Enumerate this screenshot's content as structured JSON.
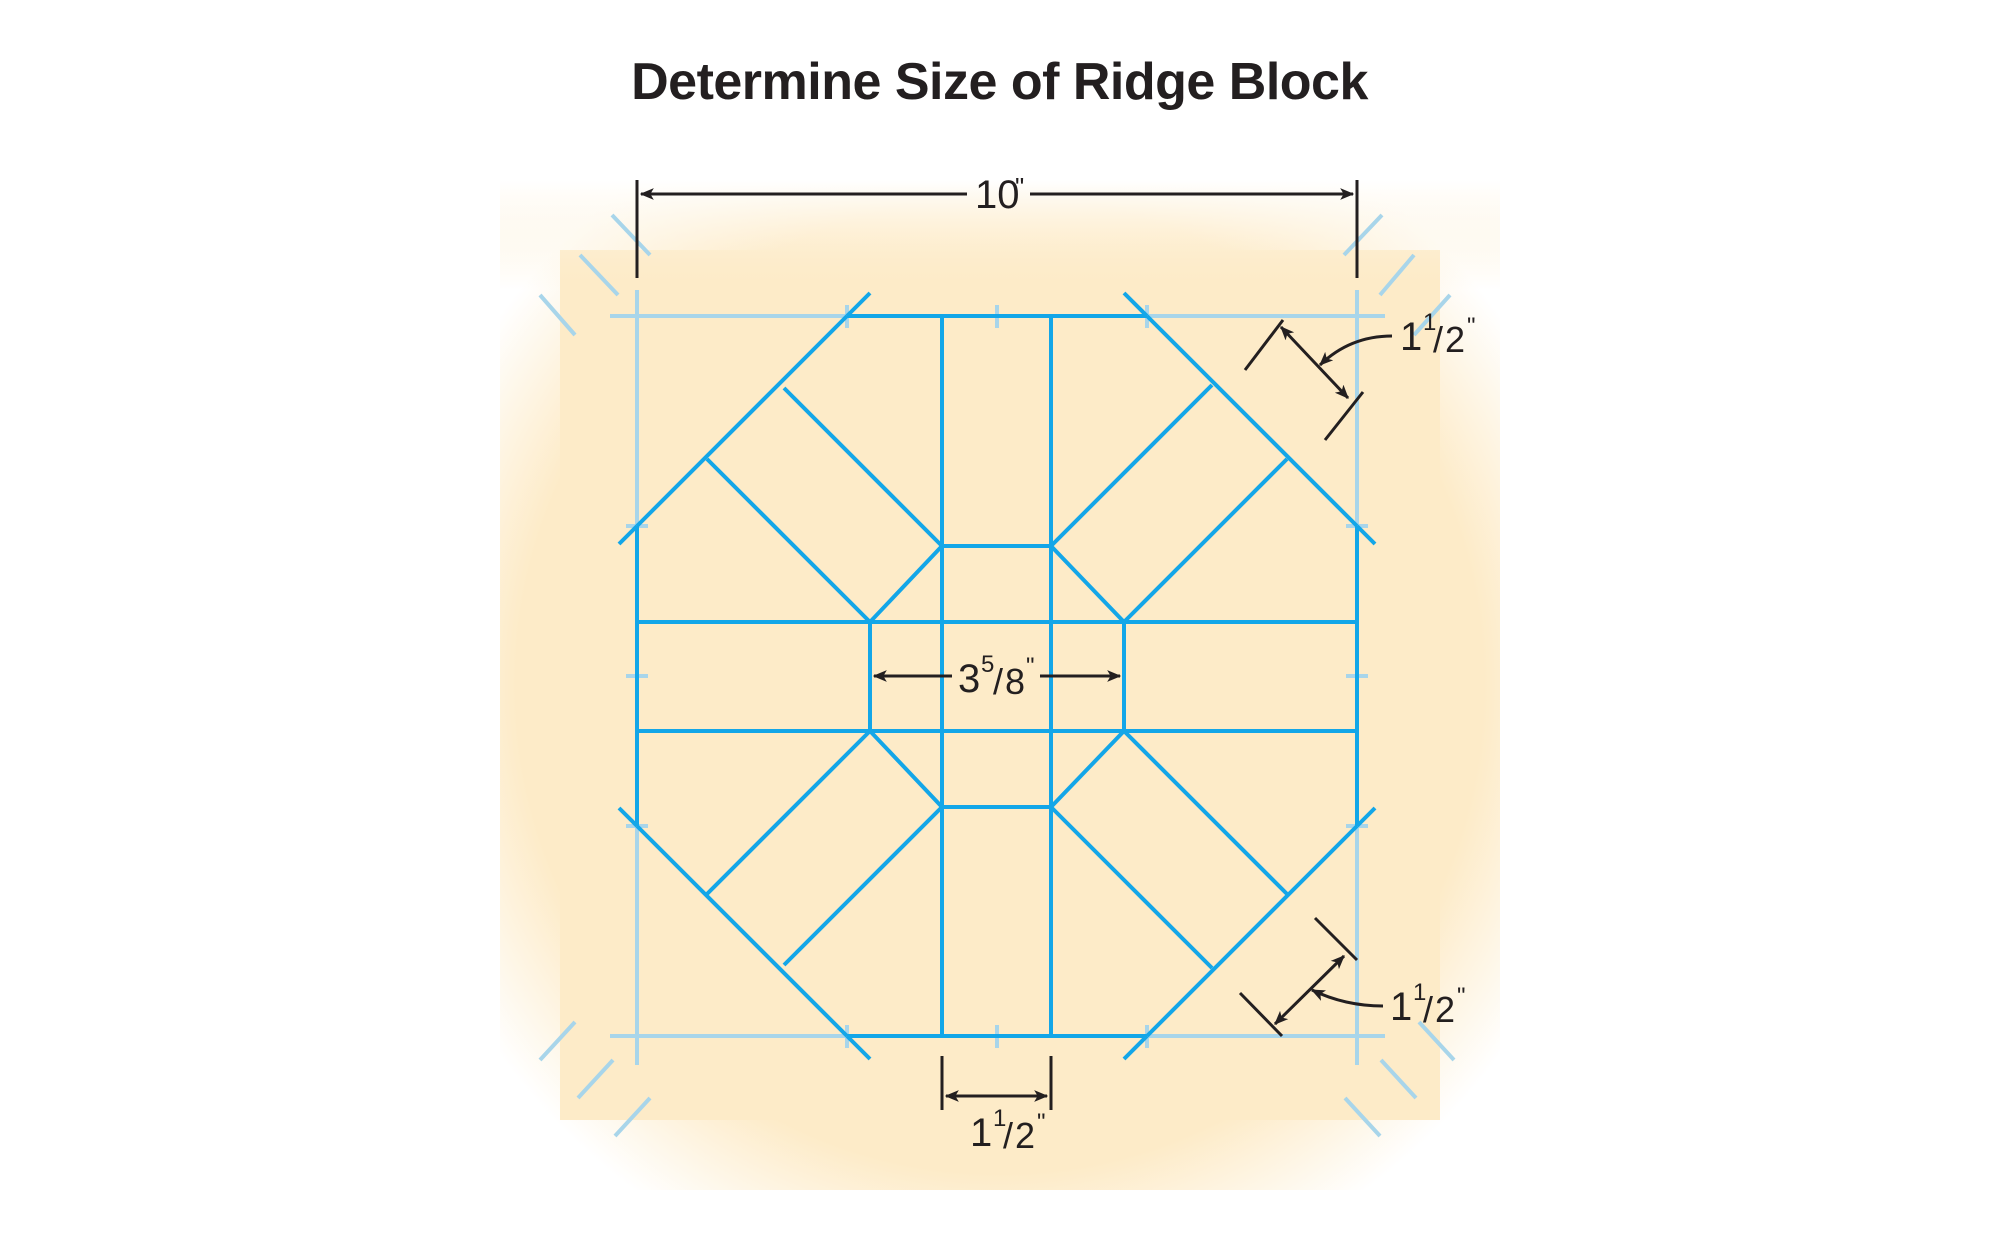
{
  "title": "Determine Size of Ridge Block",
  "colors": {
    "background": "#FFFFFF",
    "paper": "#FDEBC8",
    "line_blue": "#13A6E8",
    "construction_blue": "#A8D5EA",
    "dimension_black": "#231F20"
  },
  "dimensions": {
    "overall_width": {
      "whole": "10",
      "unit": "\""
    },
    "octagon_inner": {
      "whole": "3",
      "num": "5",
      "den": "8",
      "unit": "\""
    },
    "rafter_thickness_top": {
      "whole": "1",
      "num": "1",
      "den": "2",
      "unit": "\""
    },
    "rafter_thickness_bottom": {
      "whole": "1",
      "num": "1",
      "den": "2",
      "unit": "\""
    },
    "center_rafter_width": {
      "whole": "1",
      "num": "1",
      "den": "2",
      "unit": "\""
    }
  }
}
